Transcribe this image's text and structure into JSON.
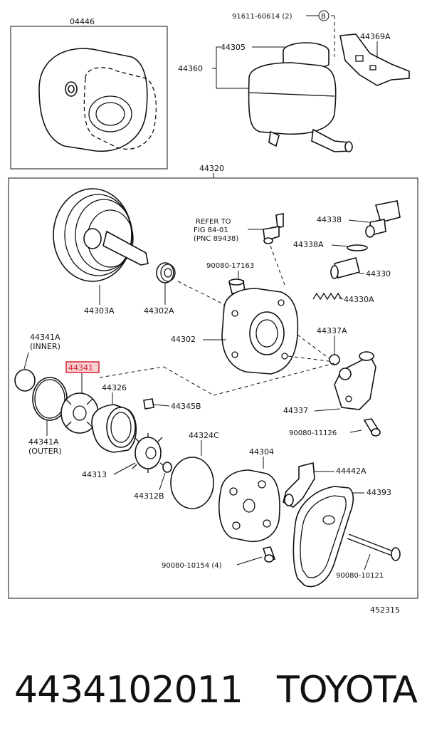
{
  "callouts": {
    "p04446": "04446",
    "p91611": "91611-60614 (2)",
    "badge_b": "B",
    "p44369a": "44369A",
    "p44305": "44305",
    "p44360": "44360",
    "p44320": "44320",
    "refer1": "REFER TO",
    "refer2": "FIG 84-01",
    "refer3": "(PNC 89438)",
    "p44338": "44338",
    "p44338a": "44338A",
    "p90080_17163": "90080-17163",
    "p44330": "44330",
    "p44330a": "44330A",
    "p44303a": "44303A",
    "p44302a": "44302A",
    "p44302": "44302",
    "p44337a": "44337A",
    "p44341a_inner1": "44341A",
    "p44341a_inner2": "(INNER)",
    "p44341_highlight": "44341",
    "p44326": "44326",
    "p44345b": "44345B",
    "p44337": "44337",
    "p90080_11126": "90080-11126",
    "p44341a_outer1": "44341A",
    "p44341a_outer2": "(OUTER)",
    "p44324c": "44324C",
    "p44304": "44304",
    "p44313": "44313",
    "p44442a": "44442A",
    "p44312b": "44312B",
    "p44393": "44393",
    "p90080_10154": "90080-10154 (4)",
    "p90080_10121": "90080-10121",
    "p452315": "452315"
  },
  "footer": {
    "part_number": "4434102011",
    "brand": "TOYOTA"
  },
  "colors": {
    "highlight": "#d9232e",
    "highlight_fill": "#f7d0d3",
    "line": "#111111"
  }
}
